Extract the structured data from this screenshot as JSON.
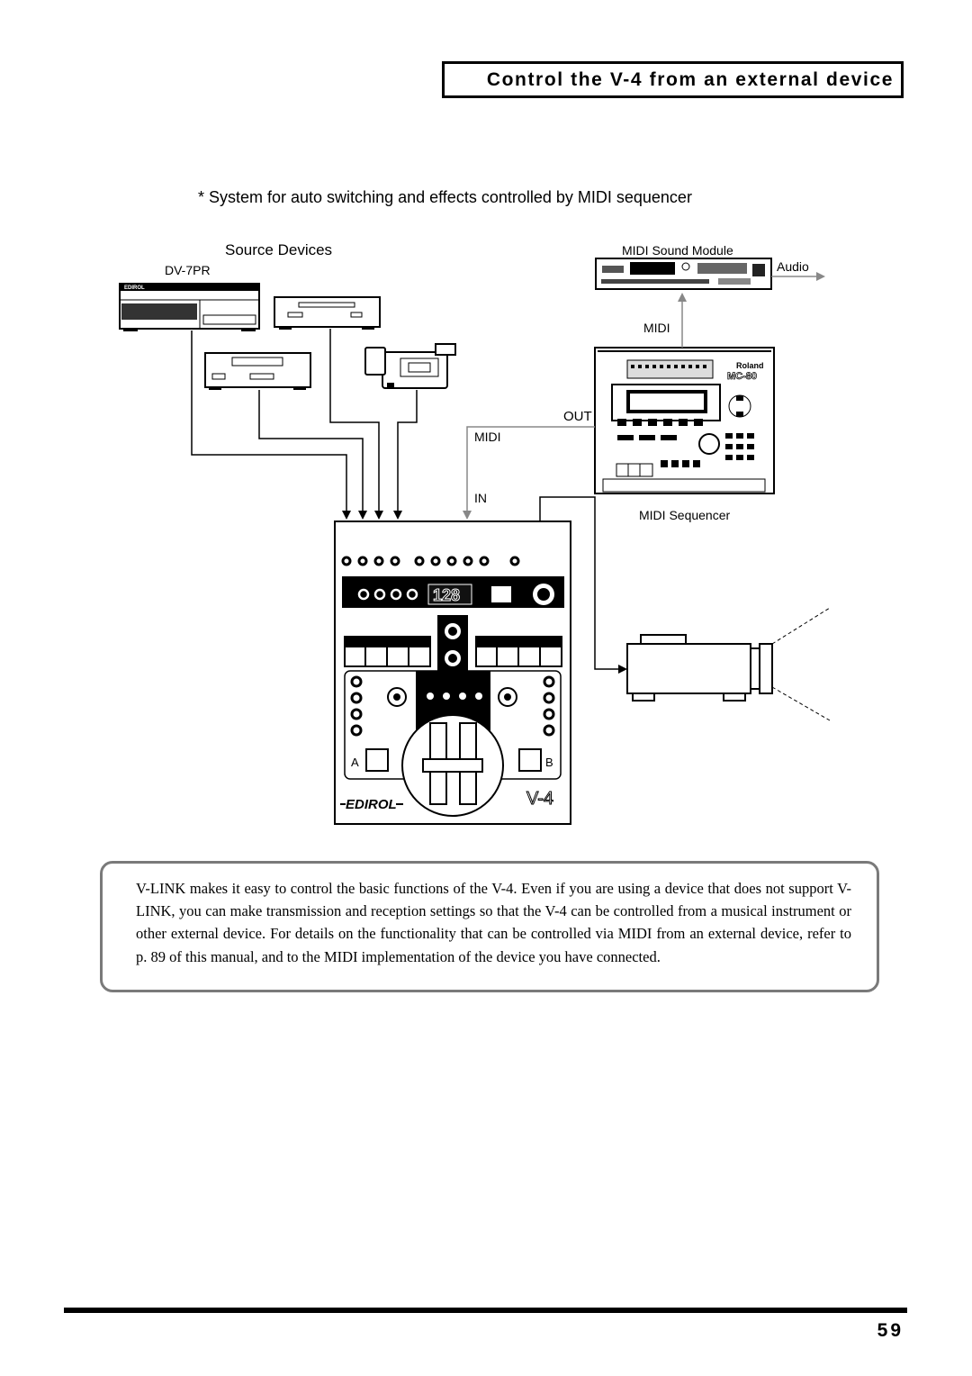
{
  "section_title": "Control the V-4 from an external device",
  "caption": "* System for auto switching and effects controlled by MIDI sequencer",
  "diagram": {
    "source_devices_label": "Source Devices",
    "dv7pr_label": "DV-7PR",
    "sound_module_label": "MIDI Sound Module",
    "audio_label": "Audio",
    "midi_label_upper": "MIDI",
    "out_label": "OUT",
    "midi_label_lower": "MIDI",
    "in_label": "IN",
    "sequencer_label": "MIDI Sequencer",
    "roland_brand": "Roland",
    "mc80_model": "MC-80",
    "edirol_brand": "EDIROL",
    "v4_model": "V-4",
    "channel_a": "A",
    "channel_b": "B",
    "display_digits": "128",
    "dv7pr_brand": "EDIROL"
  },
  "note": "V-LINK makes it easy to control the basic functions of the V-4. Even if you are using a device that does not support V-LINK, you can make transmission and reception settings so that the V-4 can be controlled from a musical instrument or other external device. For details on the functionality that can be controlled via MIDI from an external device, refer to p. 89 of this manual, and to the MIDI implementation of the device you have connected.",
  "page_number": "59"
}
